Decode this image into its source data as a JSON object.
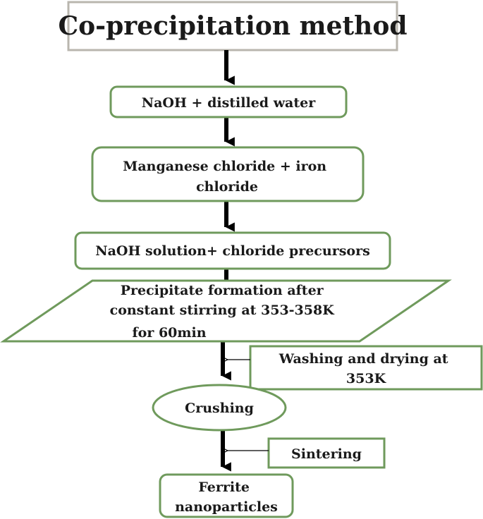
{
  "title": "Co-precipitation method",
  "steps": {
    "step1": "NaOH + distilled water",
    "step2": [
      "Manganese chloride + iron",
      "chloride"
    ],
    "step3": "NaOH solution+ chloride precursors",
    "step4": [
      "Precipitate formation after",
      "constant stirring at 353-358K",
      "for 60min"
    ],
    "side1": [
      "Washing and drying at",
      "353K"
    ],
    "step5": "Crushing",
    "side2": "Sintering",
    "step6": [
      "Ferrite",
      "nanoparticles"
    ]
  },
  "colors": {
    "node_border": "#6f9a5c",
    "title_border": "#b9b6ae",
    "arrow": "#000000"
  }
}
